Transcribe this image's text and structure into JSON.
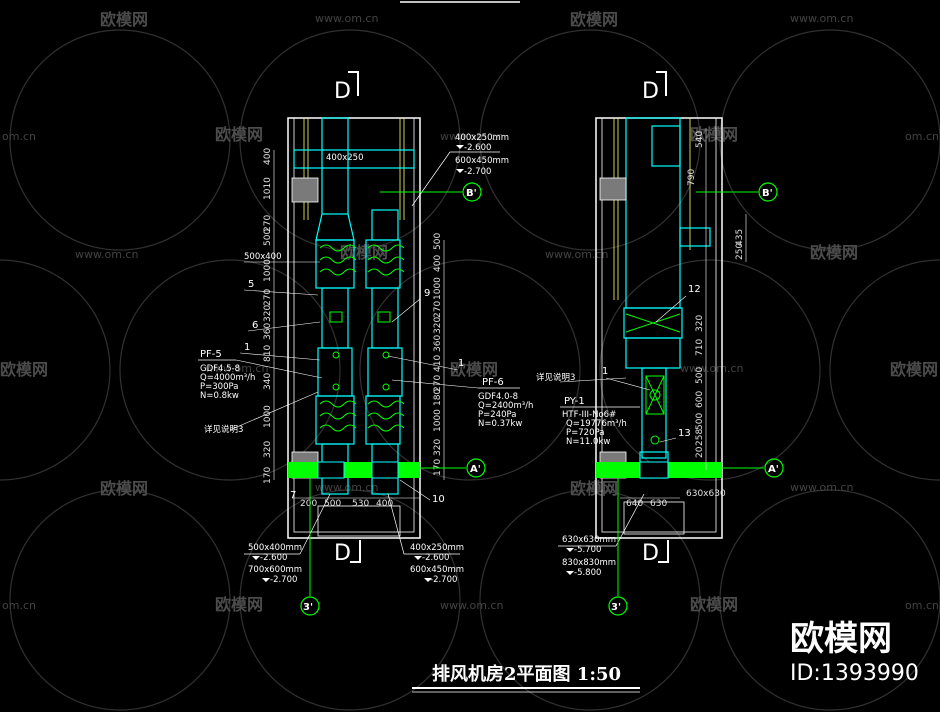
{
  "watermark": {
    "brand": "欧模网",
    "url": "www.om.cn",
    "url_short": "om.cn"
  },
  "drawing": {
    "title": "排风机房2平面图 1:50",
    "section_mark": "D",
    "axes": [
      "B'",
      "A'",
      "3'"
    ],
    "left_plan": {
      "duct_top": "400x250",
      "duct_callout_1": "400x250mm",
      "elev_1": "-2.600",
      "duct_callout_2": "600x450mm",
      "elev_2": "-2.700",
      "fan_dim": "500x400",
      "pf5": {
        "tag": "PF-5",
        "model": "GDF4.5-8",
        "q": "Q=4000m³/h",
        "p": "P=300Pa",
        "n": "N=0.8kw"
      },
      "pf6": {
        "tag": "PF-6",
        "model": "GDF4.0-8",
        "q": "Q=2400m³/h",
        "p": "P=240Pa",
        "n": "N=0.37kw"
      },
      "note_3": "详见说明3",
      "callouts": [
        "5",
        "6",
        "1",
        "9",
        "1",
        "7",
        "10"
      ],
      "vdims": [
        "400",
        "1010",
        "270",
        "500",
        "1000",
        "270",
        "320",
        "360",
        "810",
        "340",
        "1000",
        "320",
        "170"
      ],
      "vdims_right": [
        "500",
        "400",
        "1000",
        "270",
        "320",
        "360",
        "410",
        "270",
        "180",
        "1000",
        "170",
        "320"
      ],
      "hdims": [
        "200",
        "500",
        "530",
        "400"
      ],
      "bottom_left": {
        "d1": "500x400mm",
        "e1": "-2.600",
        "d2": "700x600mm",
        "e2": "-2.700"
      },
      "bottom_right": {
        "d1": "400x250mm",
        "e1": "-2.600",
        "d2": "600x450mm",
        "e2": "-2.700"
      }
    },
    "right_plan": {
      "vdims": [
        "540",
        "790",
        "435",
        "250",
        "320",
        "710",
        "500",
        "600",
        "500",
        "258",
        "20"
      ],
      "callouts": [
        "12",
        "1",
        "13"
      ],
      "note_3": "详见说明3",
      "py1": {
        "tag": "PY-1",
        "model": "HTF-III-No6#",
        "q": "Q=19776m³/h",
        "p": "P=720Pa",
        "n": "N=11.0kw"
      },
      "hdims": [
        "640",
        "630"
      ],
      "duct_side": "630x630",
      "bottom": {
        "d1": "630x630mm",
        "e1": "-5.700",
        "d2": "830x830mm",
        "e2": "-5.800"
      }
    }
  },
  "brand_logo": {
    "name": "欧模网",
    "id": "ID:1393990"
  },
  "colors": {
    "background": "#000000",
    "wall": "#ffffff",
    "duct": "#00ffff",
    "fan": "#00ff00",
    "axis": "#00ff00",
    "floor_band": "#00ff00",
    "leader": "#ffffff",
    "yellow": "#ffff66",
    "magenta": "#ff00ff"
  }
}
